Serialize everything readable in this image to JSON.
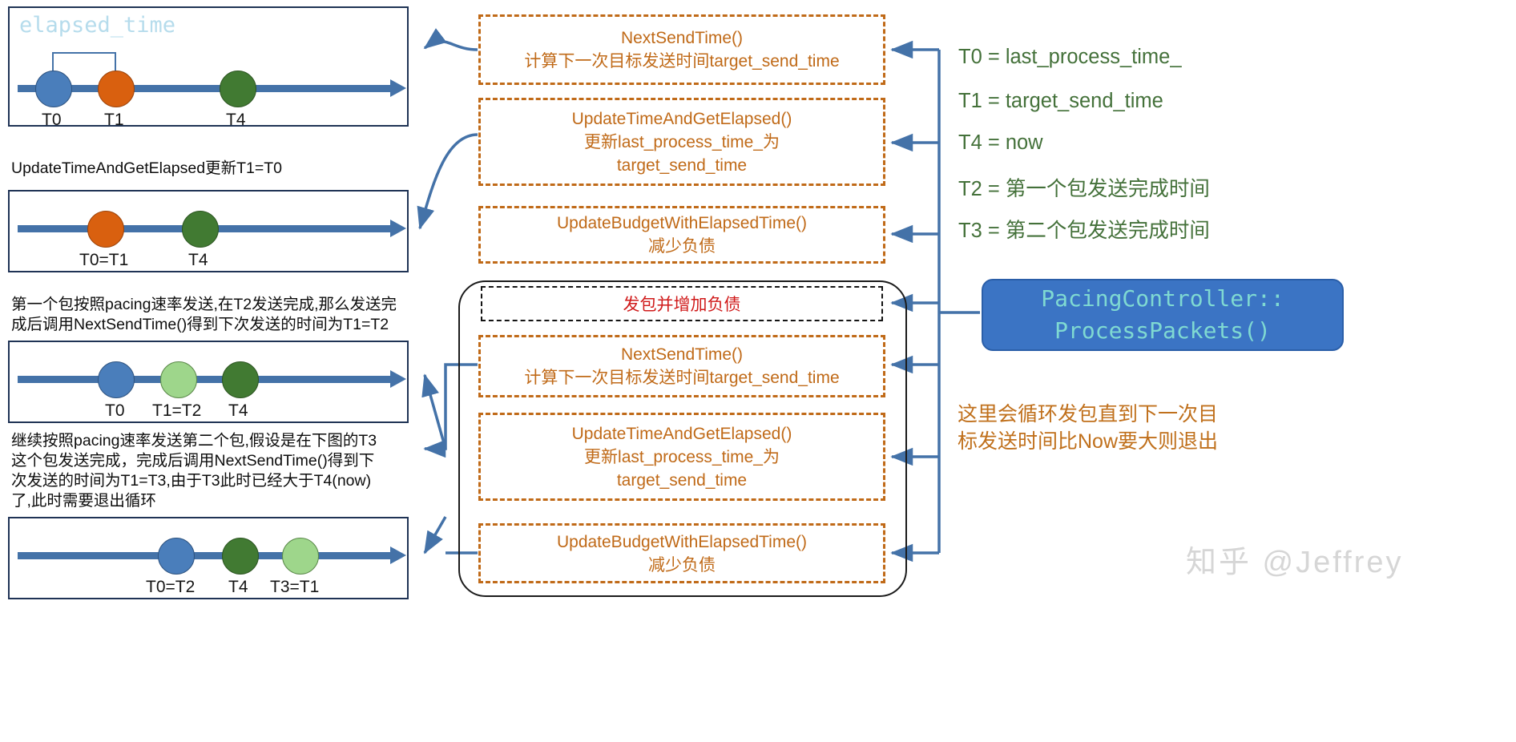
{
  "diagram": {
    "title_label": "elapsed_time",
    "timelines": [
      {
        "id": "timeline-1",
        "nodes": [
          {
            "label": "T0",
            "color": "blue"
          },
          {
            "label": "T1",
            "color": "orange"
          },
          {
            "label": "T4",
            "color": "green"
          }
        ]
      },
      {
        "id": "timeline-2",
        "nodes": [
          {
            "label": "T0=T1",
            "color": "orange"
          },
          {
            "label": "T4",
            "color": "green"
          }
        ]
      },
      {
        "id": "timeline-3",
        "nodes": [
          {
            "label": "T0",
            "color": "blue"
          },
          {
            "label": "T1=T2",
            "color": "lgreen"
          },
          {
            "label": "T4",
            "color": "green"
          }
        ]
      },
      {
        "id": "timeline-4",
        "nodes": [
          {
            "label": "T0=T2",
            "color": "blue"
          },
          {
            "label": "T4",
            "color": "green"
          },
          {
            "label": "T3=T1",
            "color": "lgreen"
          }
        ]
      }
    ],
    "captions": [
      "UpdateTimeAndGetElapsed更新T1=T0",
      "第一个包按照pacing速率发送,在T2发送完成,那么发送完\n成后调用NextSendTime()得到下次发送的时间为T1=T2",
      "继续按照pacing速率发送第二个包,假设是在下图的T3\n这个包发送完成，完成后调用NextSendTime()得到下\n次发送的时间为T1=T3,由于T3此时已经大于T4(now)\n了,此时需要退出循环"
    ],
    "steps": [
      {
        "id": "step-next-send-time-1",
        "text": "NextSendTime()\n计算下一次目标发送时间target_send_time"
      },
      {
        "id": "step-update-time-and-get-elapsed-1",
        "text": "UpdateTimeAndGetElapsed()\n更新last_process_time_为\ntarget_send_time"
      },
      {
        "id": "step-update-budget-with-elapsed-time-1",
        "text": "UpdateBudgetWithElapsedTime()\n减少负债"
      },
      {
        "id": "step-next-send-time-2",
        "text": "NextSendTime()\n计算下一次目标发送时间target_send_time"
      },
      {
        "id": "step-update-time-and-get-elapsed-2",
        "text": "UpdateTimeAndGetElapsed()\n更新last_process_time_为\ntarget_send_time"
      },
      {
        "id": "step-update-budget-with-elapsed-time-2",
        "text": "UpdateBudgetWithElapsedTime()\n减少负债"
      }
    ],
    "loop_step": "发包并增加负债",
    "legend": [
      "T0 = last_process_time_",
      "T1 = target_send_time",
      "T4 = now",
      "T2 = 第一个包发送完成时间",
      "T3 = 第二个包发送完成时间"
    ],
    "entry_box": "PacingController::\nProcessPackets()",
    "loop_note": "这里会循环发包直到下一次目\n标发送时间比Now要大则退出",
    "watermark": "知乎 @Jeffrey",
    "colors": {
      "accent_blue": "#4472a8",
      "orange": "#c06a18",
      "green": "#44713a",
      "red": "#d01b1b",
      "panel_border": "#1f3355",
      "pc_bg": "#3b74c4",
      "pc_text": "#7fd9d2"
    }
  }
}
